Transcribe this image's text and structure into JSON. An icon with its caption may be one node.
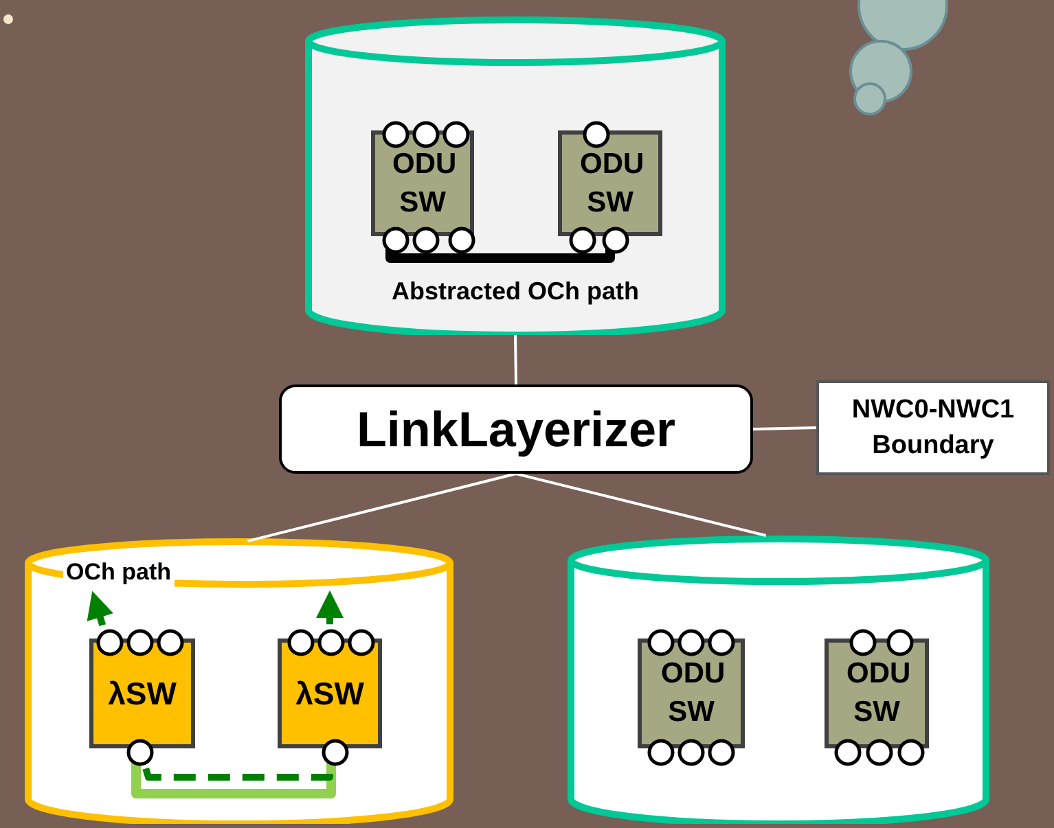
{
  "diagram": {
    "nodes": [
      {
        "text": [
          "Abstracted OCh path"
        ]
      },
      {
        "text": [
          "ODU SW"
        ],
        "in": 0
      },
      {
        "text": [
          "ODU SW"
        ],
        "in": 0
      },
      {
        "text": [
          "LinkLayerizer"
        ]
      },
      {
        "text": [
          "NWC0-NWC1 Boundary"
        ]
      },
      {
        "text": [
          "OCh path"
        ]
      },
      {
        "text": [
          "λSW"
        ],
        "in": 5
      },
      {
        "text": [
          "λSW"
        ],
        "in": 5
      },
      {
        "text": [],
        "shape": "cylinder"
      },
      {
        "text": [
          "ODU SW"
        ],
        "in": 8
      },
      {
        "text": [
          "ODU SW"
        ],
        "in": 8
      }
    ],
    "edges": [
      {
        "from": 0,
        "to": 3,
        "arrow": "none"
      },
      {
        "from": 3,
        "to": 4,
        "arrow": "none"
      },
      {
        "from": 3,
        "to": 5,
        "arrow": "none"
      },
      {
        "from": 3,
        "to": 8,
        "arrow": "none"
      },
      {
        "from": 1,
        "to": 2,
        "arrow": "none",
        "style": "thick",
        "color": "#000000"
      },
      {
        "from": 6,
        "to": 7,
        "arrow": "none",
        "style": "thick",
        "color": "#92d050"
      },
      {
        "from": 6,
        "to": 7,
        "arrow": "both",
        "style": "dashed",
        "color": "#008000"
      }
    ]
  }
}
